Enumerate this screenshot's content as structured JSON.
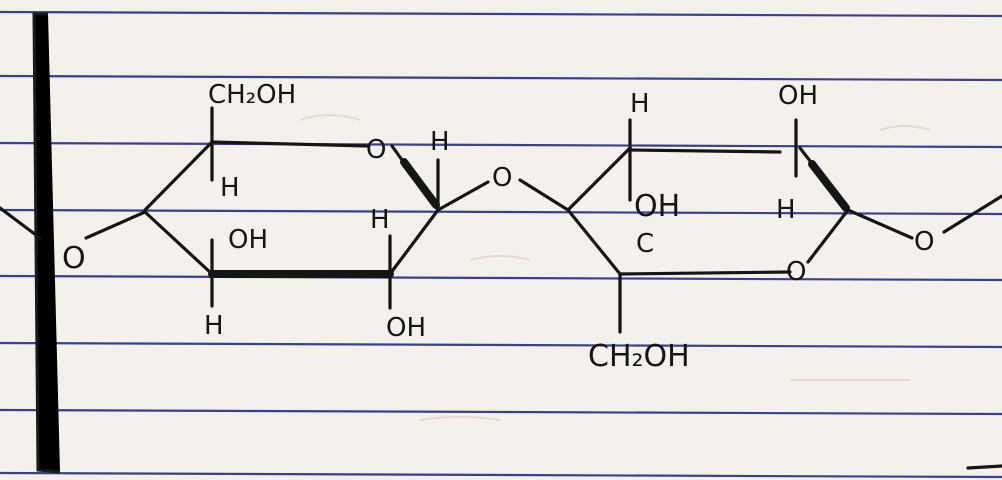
{
  "diagram": {
    "labels": {
      "ring1_ch2oh": "CH₂OH",
      "ring1_h_top": "H",
      "ring1_oh": "OH",
      "ring1_h_bottom": "H",
      "ring1_h_c4": "H",
      "ring1_o_ring": "O",
      "ring1_oh_bottom": "OH",
      "ring1_h_anomeric": "H",
      "o_left": "O",
      "o_glyco_mid": "O",
      "ring2_h_top": "H",
      "ring2_oh": "OH",
      "ring2_c": "C",
      "ring2_ch2oh": "CH₂OH",
      "ring2_oh_right": "OH",
      "ring2_h_right": "H",
      "ring2_o_ring": "O",
      "o_right": "O"
    }
  }
}
